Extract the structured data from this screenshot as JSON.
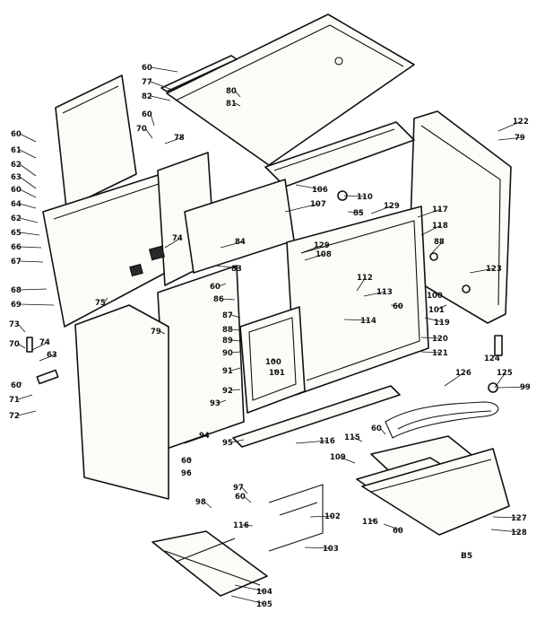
{
  "diagram": {
    "code": "B5",
    "callouts": [
      "60",
      "77",
      "82",
      "80",
      "81",
      "60",
      "70",
      "78",
      "122",
      "79",
      "60",
      "61",
      "62",
      "63",
      "60",
      "64",
      "62",
      "65",
      "66",
      "67",
      "68",
      "69",
      "74",
      "106",
      "110",
      "107",
      "129",
      "85",
      "117",
      "118",
      "84",
      "83",
      "129",
      "108",
      "88",
      "123",
      "60",
      "112",
      "113",
      "60",
      "87",
      "86",
      "114",
      "119",
      "100",
      "101",
      "88",
      "89",
      "90",
      "100",
      "101",
      "91",
      "92",
      "93",
      "120",
      "121",
      "124",
      "73",
      "70",
      "74",
      "63",
      "60",
      "71",
      "72",
      "126",
      "125",
      "99",
      "79",
      "115",
      "60",
      "94",
      "95",
      "116",
      "109",
      "60",
      "96",
      "97",
      "98",
      "60",
      "116",
      "102",
      "103",
      "104",
      "105",
      "127",
      "128",
      "116",
      "60",
      "75"
    ]
  }
}
